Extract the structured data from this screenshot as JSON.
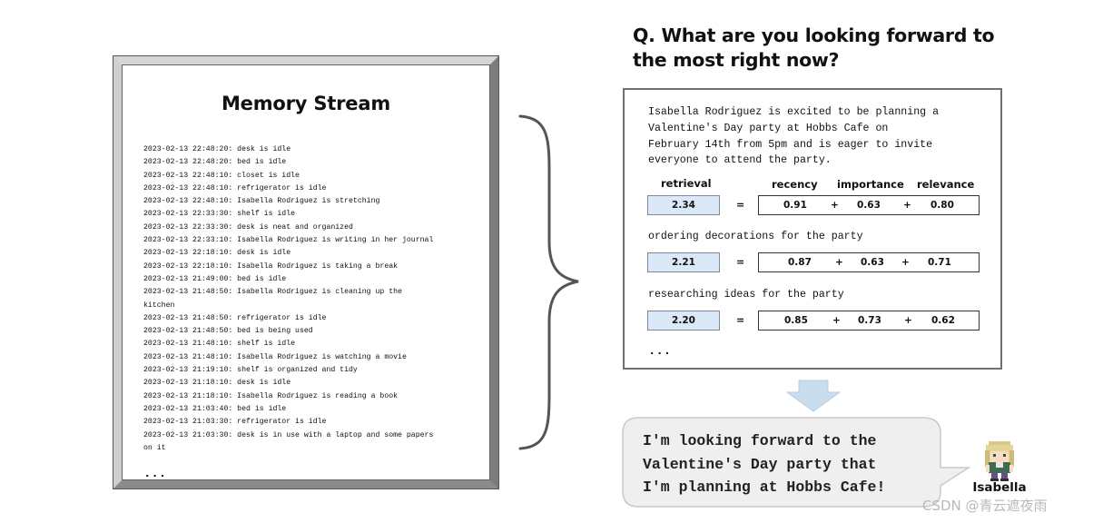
{
  "memory_stream": {
    "title": "Memory Stream",
    "entries": [
      "2023-02-13 22:48:20: desk is idle",
      "2023-02-13 22:48:20: bed is idle",
      "2023-02-13 22:48:10: closet is idle",
      "2023-02-13 22:48:10: refrigerator is idle",
      "2023-02-13 22:48:10: Isabella Rodriguez is stretching",
      "2023-02-13 22:33:30: shelf is idle",
      "2023-02-13 22:33:30: desk is neat and organized",
      "2023-02-13 22:33:10: Isabella Rodriguez is writing in her journal",
      "2023-02-13 22:18:10: desk is idle",
      "2023-02-13 22:18:10: Isabella Rodriguez is taking a break",
      "2023-02-13 21:49:00: bed is idle",
      "2023-02-13 21:48:50: Isabella Rodriguez is cleaning up the",
      "kitchen",
      "2023-02-13 21:48:50: refrigerator is idle",
      "2023-02-13 21:48:50: bed is being used",
      "2023-02-13 21:48:10: shelf is idle",
      "2023-02-13 21:48:10: Isabella Rodriguez is watching a movie",
      "2023-02-13 21:19:10: shelf is organized and tidy",
      "2023-02-13 21:18:10: desk is idle",
      "2023-02-13 21:18:10: Isabella Rodriguez is reading a book",
      "2023-02-13 21:03:40: bed is idle",
      "2023-02-13 21:03:30: refrigerator is idle",
      "2023-02-13 21:03:30: desk is in use with a laptop and some papers",
      "on it"
    ],
    "ellipsis": "..."
  },
  "question": {
    "line1": "Q. What are you looking forward to",
    "line2": "the most right now?"
  },
  "retrieval": {
    "headers": {
      "retrieval": "retrieval",
      "recency": "recency",
      "importance": "importance",
      "relevance": "relevance"
    },
    "equals": "=",
    "plus": "+",
    "memories": [
      {
        "text_lines": [
          "Isabella Rodriguez is excited to be planning a",
          "Valentine's Day party at Hobbs Cafe on",
          "February 14th from 5pm and is eager to invite",
          "everyone to attend the party."
        ],
        "score": "2.34",
        "recency": "0.91",
        "importance": "0.63",
        "relevance": "0.80"
      },
      {
        "text_lines": [
          "ordering decorations for the party"
        ],
        "score": "2.21",
        "recency": "0.87",
        "importance": "0.63",
        "relevance": "0.71"
      },
      {
        "text_lines": [
          "researching ideas for the party"
        ],
        "score": "2.20",
        "recency": "0.85",
        "importance": "0.73",
        "relevance": "0.62"
      }
    ],
    "ellipsis": "..."
  },
  "answer": {
    "lines": [
      "I'm looking forward to the",
      "Valentine's Day party that",
      "I'm planning at Hobbs Cafe!"
    ]
  },
  "agent": {
    "name": "Isabella"
  },
  "watermark": "CSDN @青云遮夜雨",
  "colors": {
    "score_fill": "#dbe8f8",
    "arrow_fill": "#c9ddef",
    "bubble_fill": "#efefef"
  }
}
